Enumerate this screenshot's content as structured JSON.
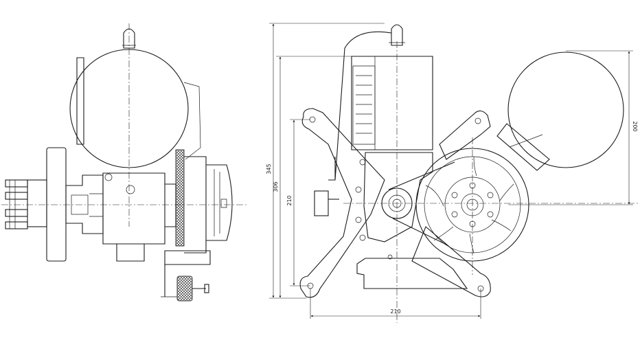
{
  "dimensions": {
    "total_height": "345",
    "height_2": "306",
    "height_3": "210",
    "width_bottom": "210",
    "tank_height": "200"
  },
  "colors": {
    "stroke": "#1a1a1a",
    "background": "#ffffff"
  }
}
